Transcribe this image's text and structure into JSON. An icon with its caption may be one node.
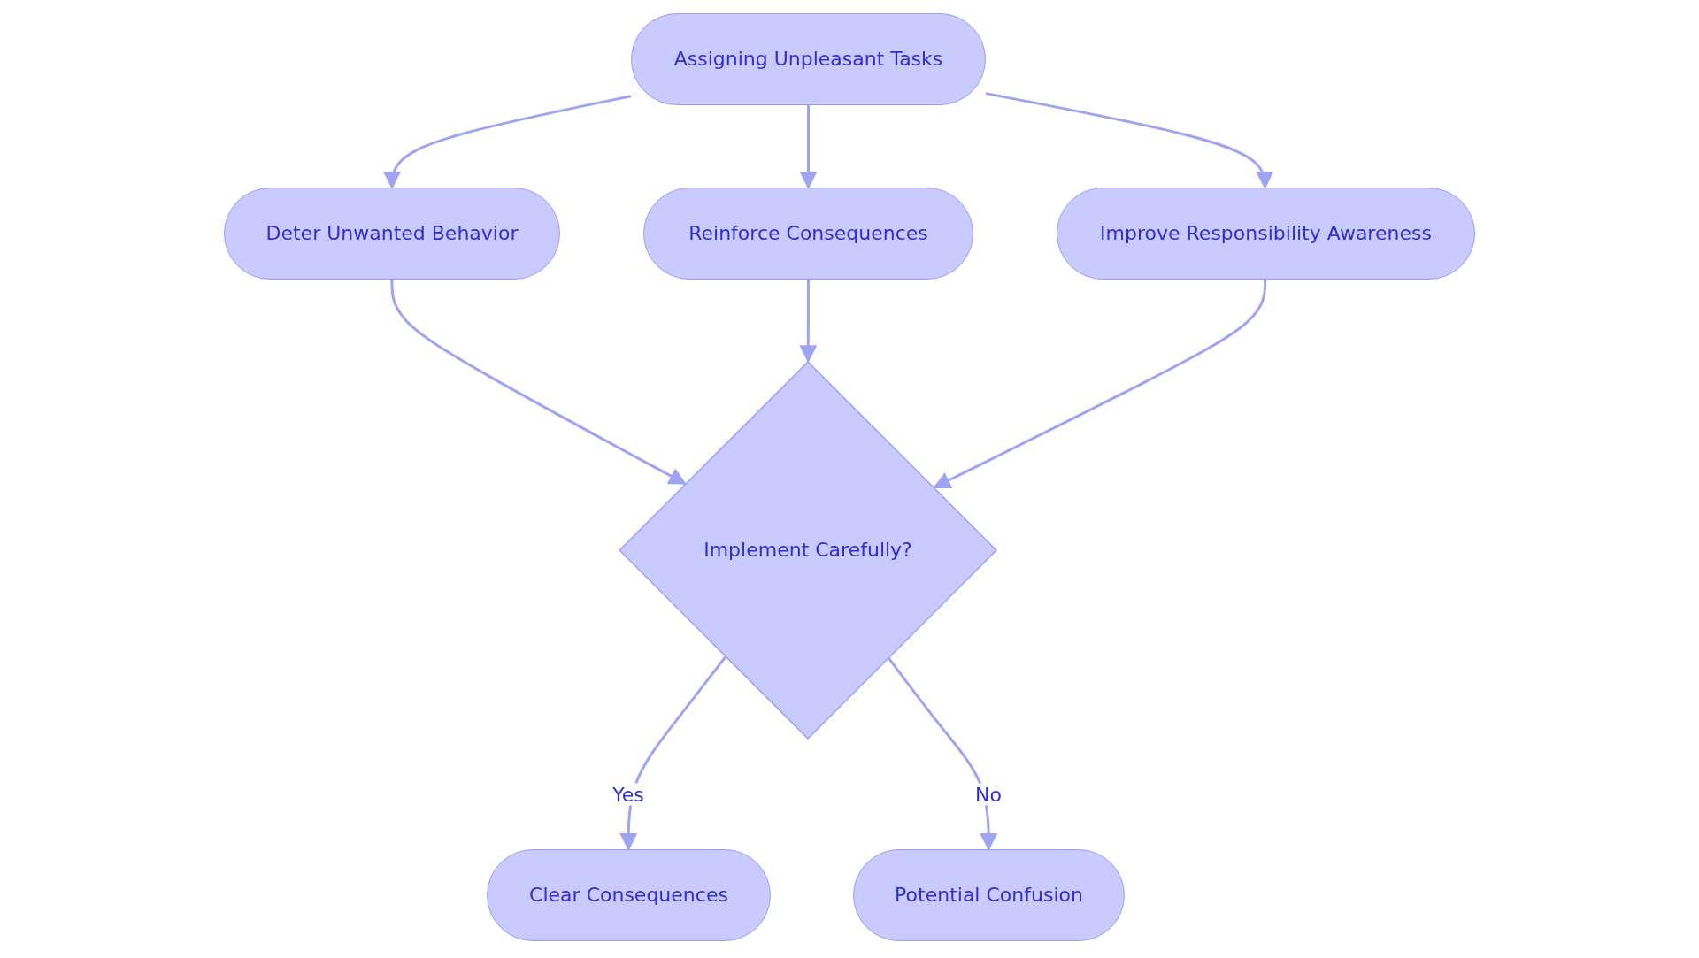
{
  "diagram": {
    "nodes": [
      {
        "text": [
          "Assigning Unpleasant Tasks"
        ]
      },
      {
        "text": [
          "Deter Unwanted Behavior"
        ]
      },
      {
        "text": [
          "Reinforce Consequences"
        ]
      },
      {
        "text": [
          "Improve Responsibility Awareness"
        ]
      },
      {
        "text": [
          "Implement Carefully?"
        ]
      },
      {
        "text": [
          "Clear Consequences"
        ]
      },
      {
        "text": [
          "Potential Confusion"
        ]
      }
    ],
    "edges": [
      {
        "from": 0,
        "to": 1,
        "arrow": "to"
      },
      {
        "from": 0,
        "to": 2,
        "arrow": "to"
      },
      {
        "from": 0,
        "to": 3,
        "arrow": "to"
      },
      {
        "from": 1,
        "to": 4,
        "arrow": "to"
      },
      {
        "from": 2,
        "to": 4,
        "arrow": "to"
      },
      {
        "from": 3,
        "to": 4,
        "arrow": "to"
      },
      {
        "from": 4,
        "to": 5,
        "arrow": "to",
        "label": "Yes"
      },
      {
        "from": 4,
        "to": 6,
        "arrow": "to",
        "label": "No"
      }
    ]
  }
}
